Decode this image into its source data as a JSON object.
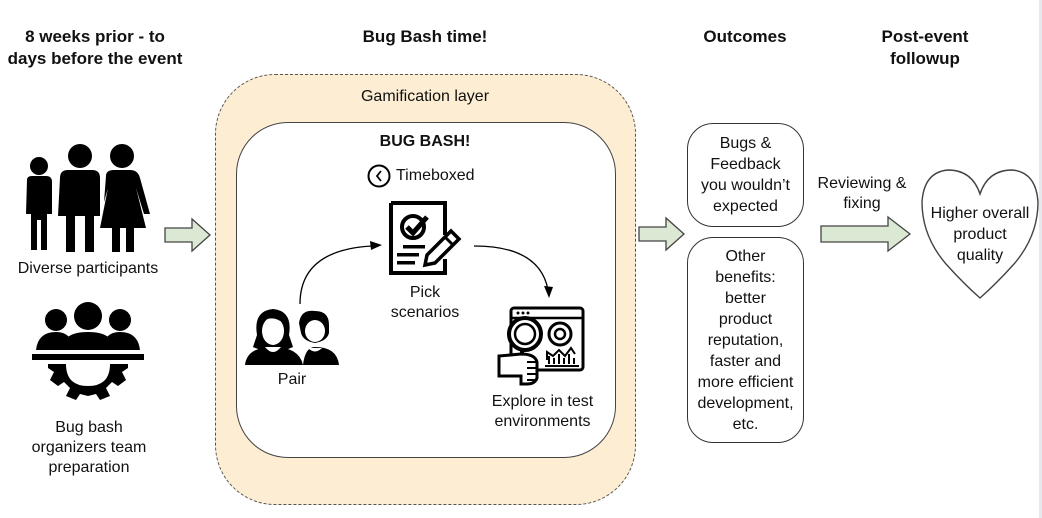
{
  "headers": {
    "before": "8 weeks prior - to\ndays before the event",
    "during": "Bug Bash time!",
    "outcomes": "Outcomes",
    "post": "Post-event\nfollowup"
  },
  "preparation": {
    "participants_label": "Diverse participants",
    "organizers_label": "Bug bash\norganizers team\npreparation"
  },
  "bug_bash": {
    "gamification_label": "Gamification layer",
    "title": "BUG BASH!",
    "timebox_label": "Timeboxed",
    "steps": [
      {
        "label": "Pair",
        "icon": "pair-people-icon"
      },
      {
        "label": "Pick\nscenarios",
        "icon": "checklist-pencil-icon"
      },
      {
        "label": "Explore in test\nenvironments",
        "icon": "magnifier-dashboard-icon"
      }
    ]
  },
  "outcomes": {
    "box1": "Bugs &\nFeedback\nyou wouldn’t\nexpected",
    "box2": "Other\nbenefits:\nbetter\nproduct\nreputation,\nfaster and\nmore efficient\ndevelopment,\netc."
  },
  "followup": {
    "arrow_label": "Reviewing &\nfixing",
    "result": "Higher overall\nproduct\nquality"
  },
  "colors": {
    "gamification_fill": "#fcedd3",
    "arrow_fill": "#dbe8d4",
    "stroke": "#333333"
  }
}
